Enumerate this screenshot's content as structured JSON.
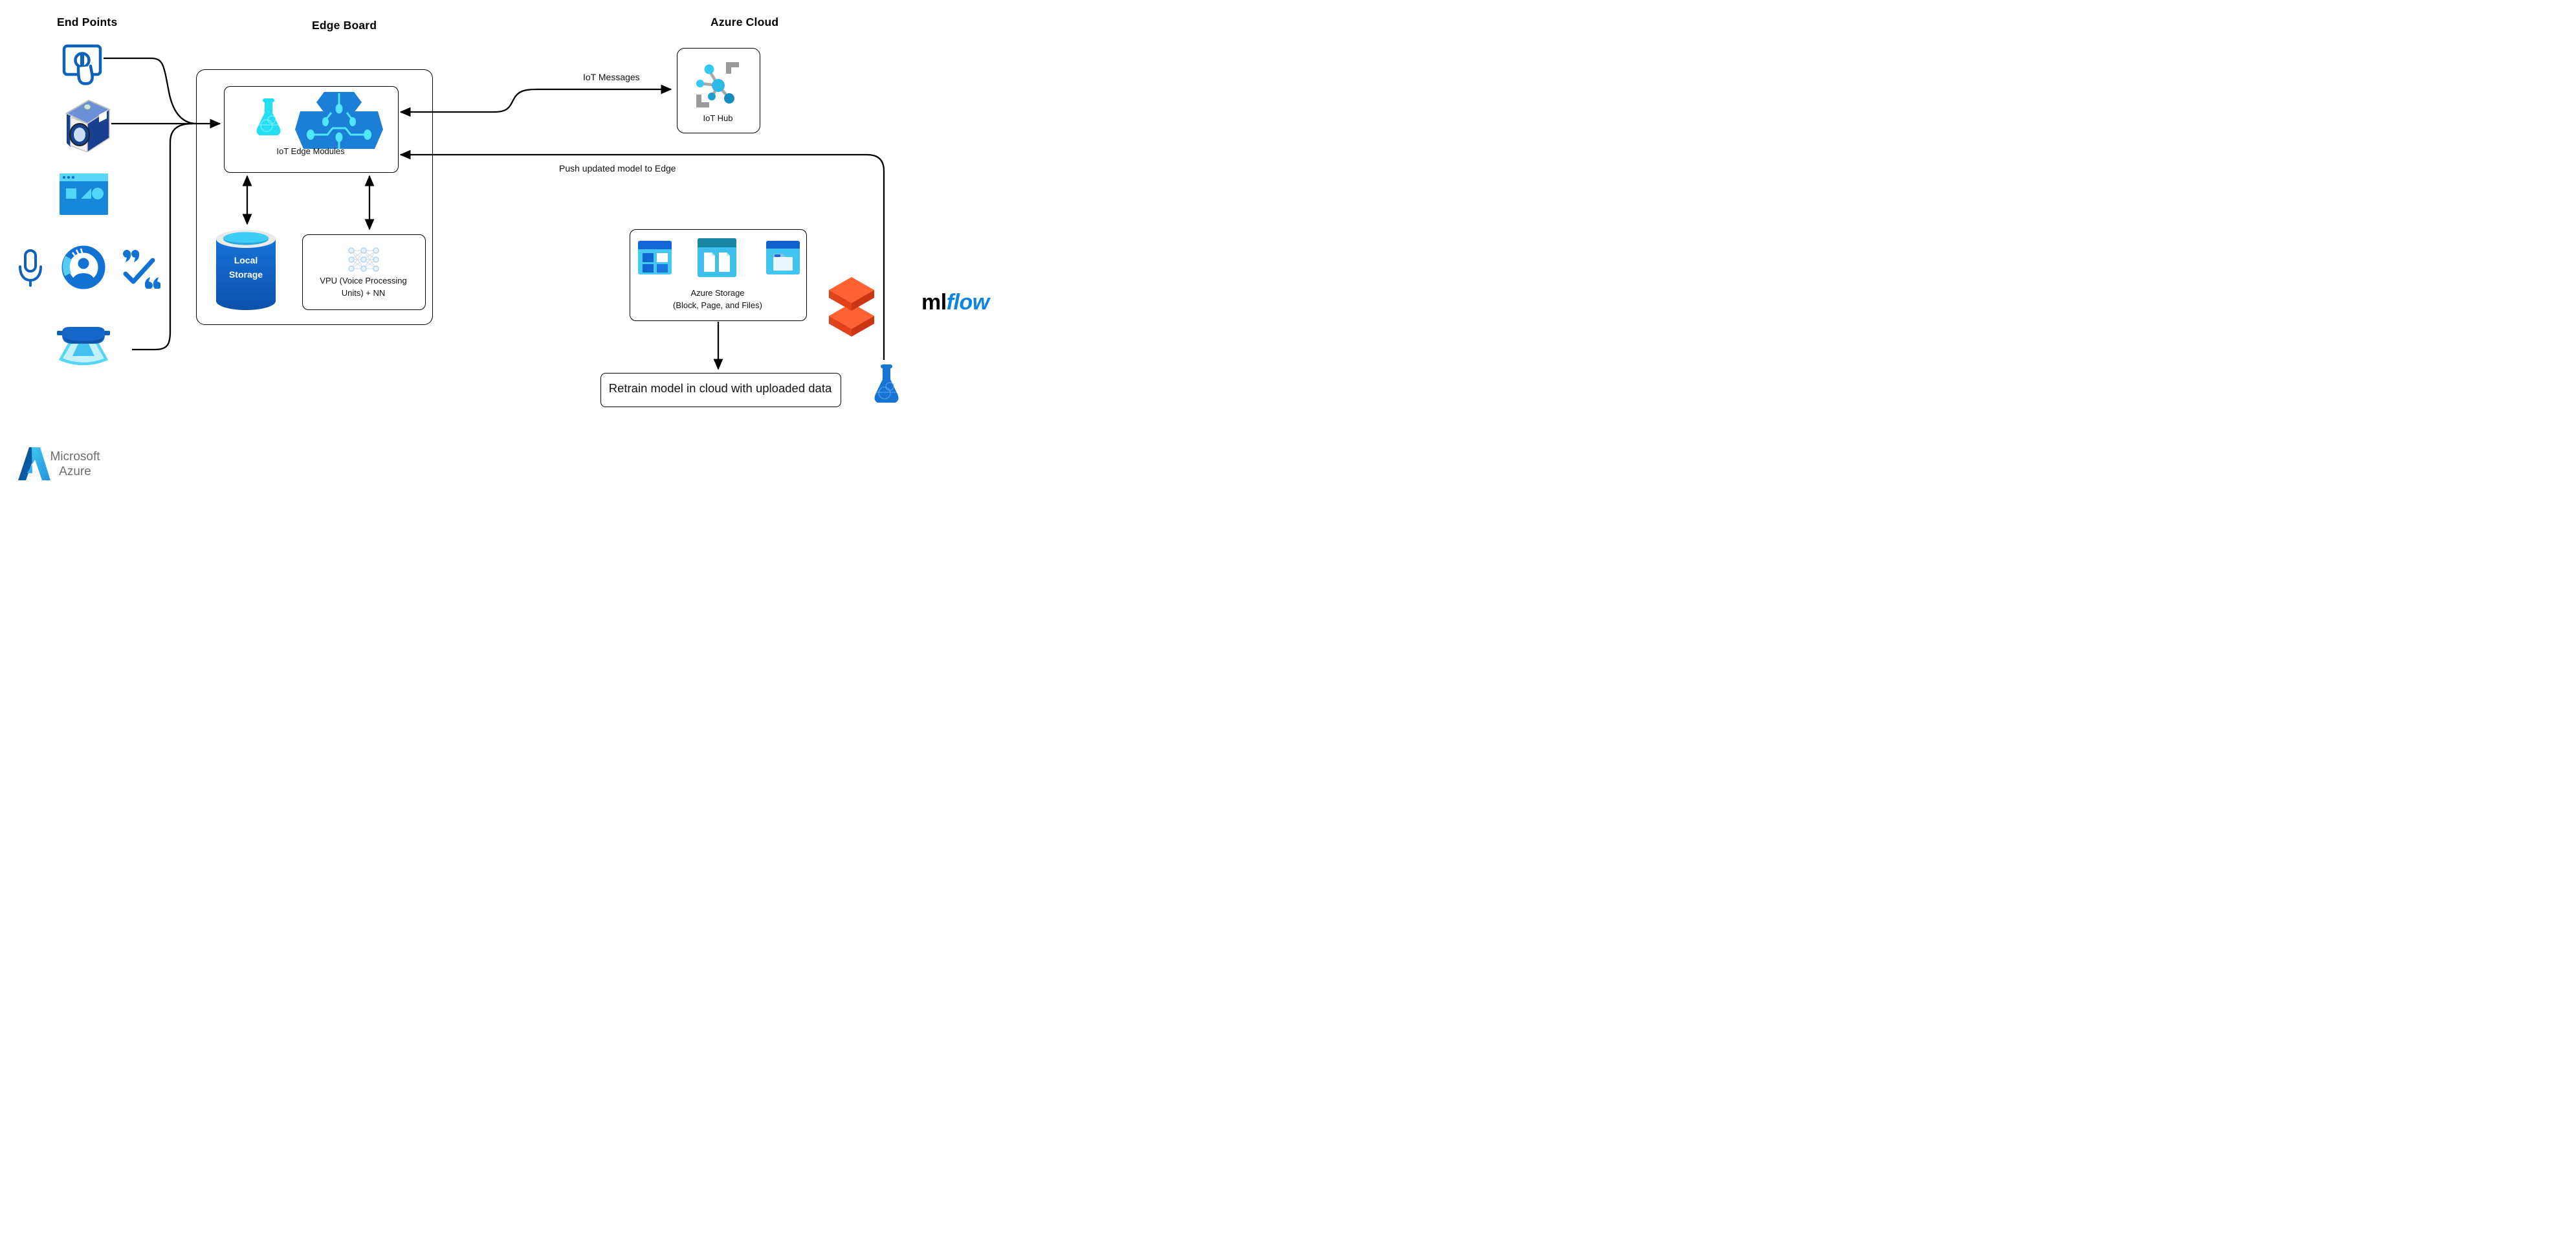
{
  "titles": {
    "end_points": "End Points",
    "edge_board": "Edge Board",
    "azure_cloud": "Azure Cloud"
  },
  "nodes": {
    "iot_edge_modules": {
      "label": "IoT Edge Modules"
    },
    "local_storage": {
      "line1": "Local",
      "line2": "Storage"
    },
    "vpu": {
      "line1": "VPU (Voice Processing",
      "line2": "Units) + NN"
    },
    "iot_hub": {
      "label": "IoT Hub"
    },
    "azure_storage": {
      "line1": "Azure Storage",
      "line2": "(Block, Page, and Files)"
    },
    "retrain": {
      "label": "Retrain model in cloud with uploaded data"
    }
  },
  "edges": {
    "iot_messages": "IoT Messages",
    "push_model": "Push updated model to Edge"
  },
  "logos": {
    "mlflow_ml": "ml",
    "mlflow_flow": "flow",
    "microsoft": "Microsoft",
    "azure": "Azure"
  },
  "icons": [
    "touchscreen-icon",
    "camera-icon",
    "web-app-icon",
    "microphone-icon",
    "profile-ring-icon",
    "quote-check-icon",
    "hololens-icon",
    "flask-cyan-icon",
    "iot-edge-chip-icon",
    "storage-cylinder-icon",
    "neural-network-icon",
    "iot-hub-network-icon",
    "blob-block-icon",
    "blob-page-icon",
    "files-icon",
    "databricks-icon",
    "mlflow-flask-icon",
    "azure-logo-icon"
  ],
  "colors": {
    "wire": "#000000",
    "icon_blue": "#1272d4",
    "medium_blue": "#1787d8",
    "cyan": "#50e6ff",
    "flask_cyan": "#22dff2",
    "cylinder_blue": "#0f5fc0",
    "databricks_orange": "#ff6333",
    "mlflow_blue": "#0d84e2",
    "gray_text": "#6f6d6e"
  }
}
